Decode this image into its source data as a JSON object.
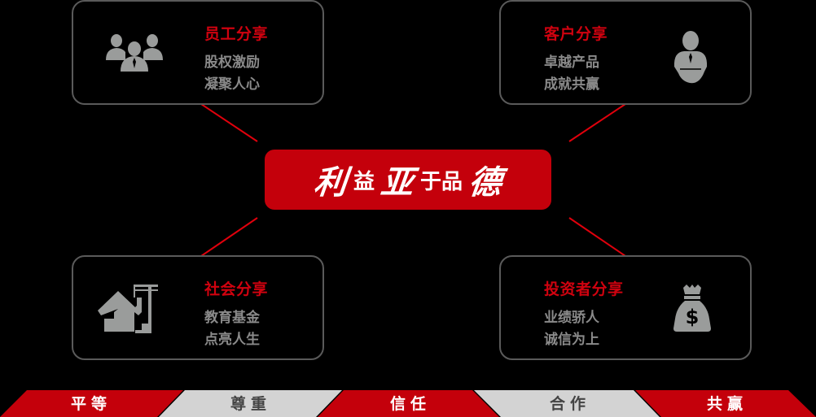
{
  "colors": {
    "background": "#000000",
    "accent_red": "#c4000b",
    "title_red": "#d0020f",
    "card_border": "#5a5a5a",
    "body_text_gray": "#8a8a8a",
    "icon_gray": "#9a9c9b",
    "band_gray": "#d3d3d3",
    "band_gray_text": "#444444",
    "band_red_text": "#ffffff"
  },
  "center": {
    "chars": [
      {
        "text": "利",
        "style": "big"
      },
      {
        "text": "益",
        "style": "small"
      },
      {
        "text": "亚",
        "style": "big"
      },
      {
        "text": "于品",
        "style": "small"
      },
      {
        "text": "德",
        "style": "big"
      }
    ],
    "full_text": "利益亚于品德"
  },
  "cards": {
    "employee": {
      "title": "员工分享",
      "lines": [
        "股权激励",
        "凝聚人心"
      ],
      "icon": "team-icon"
    },
    "customer": {
      "title": "客户分享",
      "lines": [
        "卓越产品",
        "成就共赢"
      ],
      "icon": "businessman-icon"
    },
    "society": {
      "title": "社会分享",
      "lines": [
        "教育基金",
        "点亮人生"
      ],
      "icon": "house-construction-icon"
    },
    "investor": {
      "title": "投资者分享",
      "lines": [
        "业绩骄人",
        "诚信为上"
      ],
      "icon": "money-bag-icon"
    }
  },
  "values_band": [
    {
      "label": "平等",
      "color": "red"
    },
    {
      "label": "尊重",
      "color": "gray"
    },
    {
      "label": "信任",
      "color": "red"
    },
    {
      "label": "合作",
      "color": "gray"
    },
    {
      "label": "共赢",
      "color": "red"
    }
  ]
}
